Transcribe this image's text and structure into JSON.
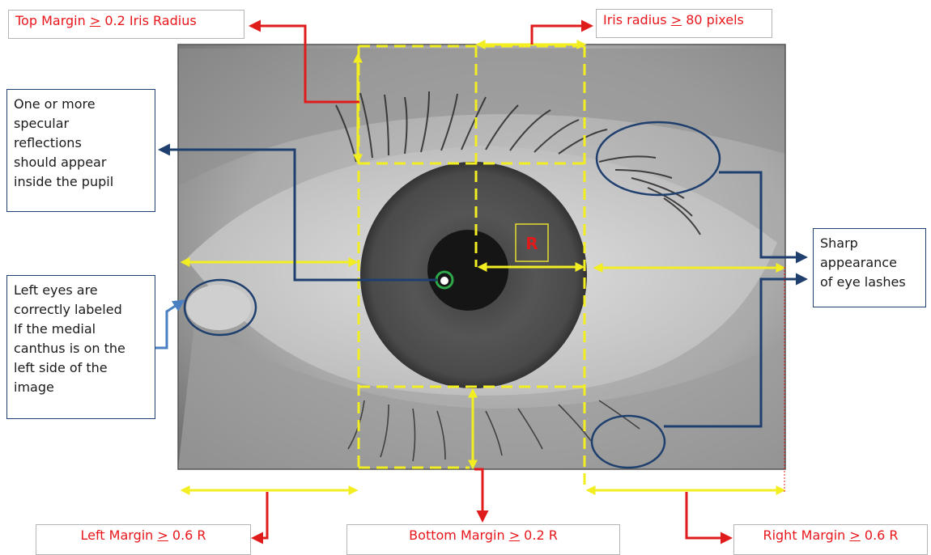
{
  "labels": {
    "top_margin": {
      "prefix": "Top Margin ",
      "sym": ">",
      "suffix": " 0.2 Iris Radius"
    },
    "iris_radius": {
      "prefix": "Iris radius ",
      "sym": ">",
      "suffix": " 80 pixels"
    },
    "left_margin": {
      "prefix": "Left Margin ",
      "sym": ">",
      "suffix": " 0.6 R"
    },
    "bottom_margin": {
      "prefix": "Bottom Margin ",
      "sym": ">",
      "suffix": " 0.2 R"
    },
    "right_margin": {
      "prefix": "Right Margin ",
      "sym": ">",
      "suffix": " 0.6 R"
    },
    "radius_marker": "R"
  },
  "notes": {
    "specular": [
      "One or more",
      "specular",
      "reflections",
      "should appear",
      "inside the pupil"
    ],
    "left_eye": [
      "Left eyes are",
      "correctly labeled",
      "If the medial",
      "canthus is on the",
      "left side of the",
      "image"
    ],
    "lashes": [
      "Sharp",
      "appearance",
      "of eye lashes"
    ]
  },
  "colors": {
    "red_label": "#e8161b",
    "red_arrow": "#e01b1b",
    "yellow": "#f2ee21",
    "navy": "#1f3f6e",
    "green_ring": "#2ea84a"
  }
}
